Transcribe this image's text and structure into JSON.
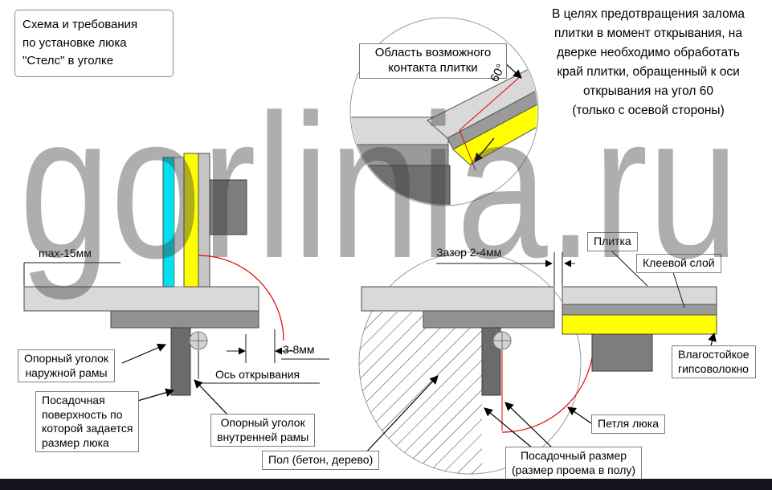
{
  "watermark": "gorlinia.ru",
  "info_box": {
    "line1": "Схема и требования",
    "line2": "по установке люка",
    "line3": "\"Стелс\" в уголке"
  },
  "note": {
    "line1": "В целях предотвращения залома",
    "line2": "плитки в момент открывания, на",
    "line3": "дверке необходимо обработать",
    "line4": "край плитки, обращенный к оси",
    "line5": "открывания на угол 60",
    "line6": "(только с осевой стороны)"
  },
  "detail": {
    "callout_line1": "Область возможного",
    "callout_line2": "контакта плитки",
    "angle": "60°"
  },
  "left": {
    "max_dim": "max-15мм",
    "outer_angle_line1": "Опорный уголок",
    "outer_angle_line2": "наружной рамы",
    "seat_line1": "Посадочная",
    "seat_line2": "поверхность по",
    "seat_line3": "которой задается",
    "seat_line4": "размер люка",
    "axis": "Ось открывания",
    "gap": "3-8мм",
    "inner_angle_line1": "Опорный уголок",
    "inner_angle_line2": "внутренней рамы"
  },
  "right": {
    "gap": "Зазор 2-4мм",
    "tile": "Плитка",
    "glue": "Клеевой слой",
    "gypsum_line1": "Влагостойкое",
    "gypsum_line2": "гипсоволокно",
    "hinge": "Петля люка",
    "floor": "Пол (бетон, дерево)",
    "seat_line1": "Посадочный размер",
    "seat_line2": "(размер проема в полу)"
  },
  "colors": {
    "tile_gray": "#d9d9d9",
    "frame_gray": "#919191",
    "dark_gray": "#6b6b6b",
    "cyan": "#00e0f0",
    "yellow": "#ffff00",
    "arc_red": "#e60000",
    "watermark_gray": "#9b9b9b",
    "footer_bar": "#14141f"
  }
}
